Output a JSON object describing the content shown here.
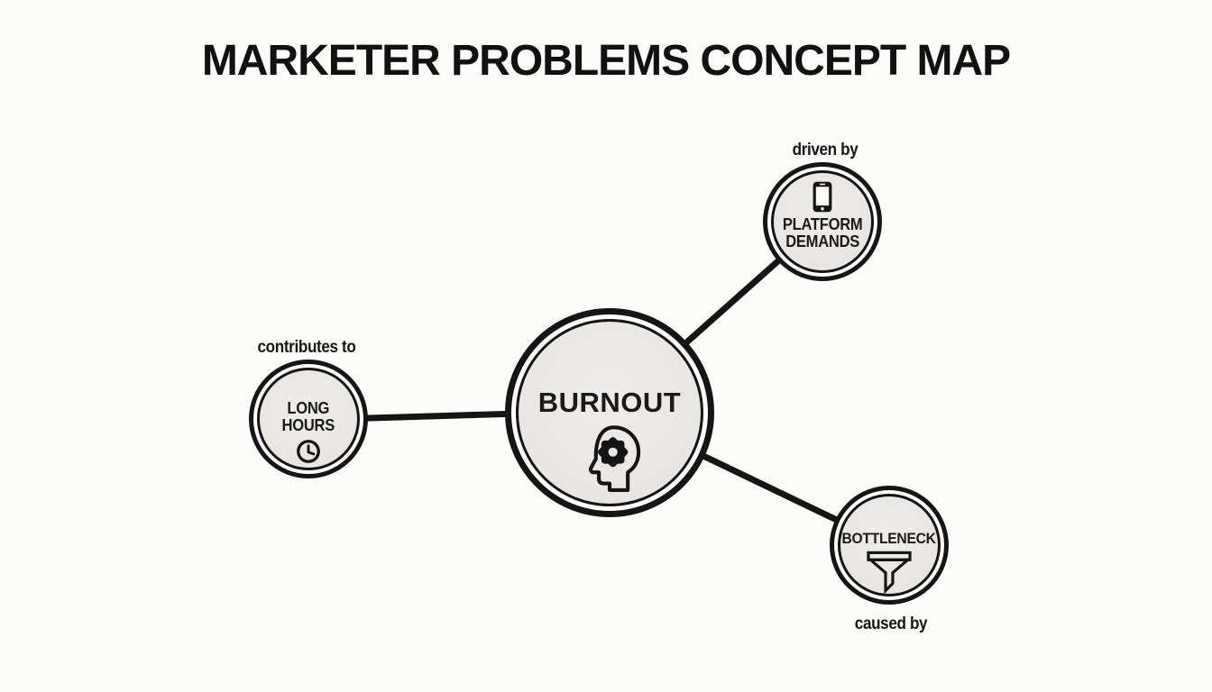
{
  "title": "MARKETER PROBLEMS CONCEPT MAP",
  "colors": {
    "background": "#fcfcfb",
    "node_fill": "#eae8e5",
    "stroke": "#151515"
  },
  "central_node": {
    "id": "burnout",
    "label": "BURNOUT",
    "icon": "head-with-gear-icon"
  },
  "satellite_nodes": [
    {
      "id": "long-hours",
      "lines": [
        "LONG",
        "HOURS"
      ],
      "icon": "clock-icon",
      "edge_label": "contributes to",
      "edge_label_position": "above"
    },
    {
      "id": "platform-demands",
      "lines": [
        "PLATFORM",
        "DEMANDS"
      ],
      "icon": "smartphone-icon",
      "edge_label": "driven by",
      "edge_label_position": "above"
    },
    {
      "id": "bottleneck",
      "lines": [
        "BOTTLENECK"
      ],
      "icon": "funnel-icon",
      "edge_label": "caused by",
      "edge_label_position": "below"
    }
  ]
}
